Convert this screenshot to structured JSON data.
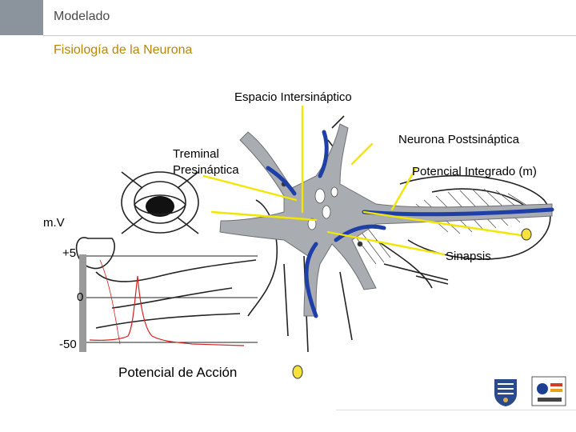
{
  "header": {
    "title": "Modelado"
  },
  "slide": {
    "subtitle": "Fisiología de la Neurona"
  },
  "labels": {
    "espacio": "Espacio Intersináptico",
    "neurona_post": "Neurona Postsináptica",
    "terminal_line1": "Treminal",
    "terminal_line2": "Presináptica",
    "potencial_integrado": "Potencial Integrado (m)",
    "sinapsis": "Sinapsis",
    "mv": "m.V",
    "plus50": "+5",
    "zero": "0",
    "minus50": "-50",
    "potencial_accion": "Potencial de Acción"
  },
  "colors": {
    "subtitle": "#b8860b",
    "pointer_yellow": "#f2e600",
    "neuron_blue": "#1e3fa8",
    "neuron_gray": "#a9acb0",
    "action_potential_red": "#d42020",
    "marker_yellow": "#f5e23a"
  },
  "icons": {
    "logo_left": "university-crest-icon",
    "logo_right": "department-logo-icon"
  }
}
